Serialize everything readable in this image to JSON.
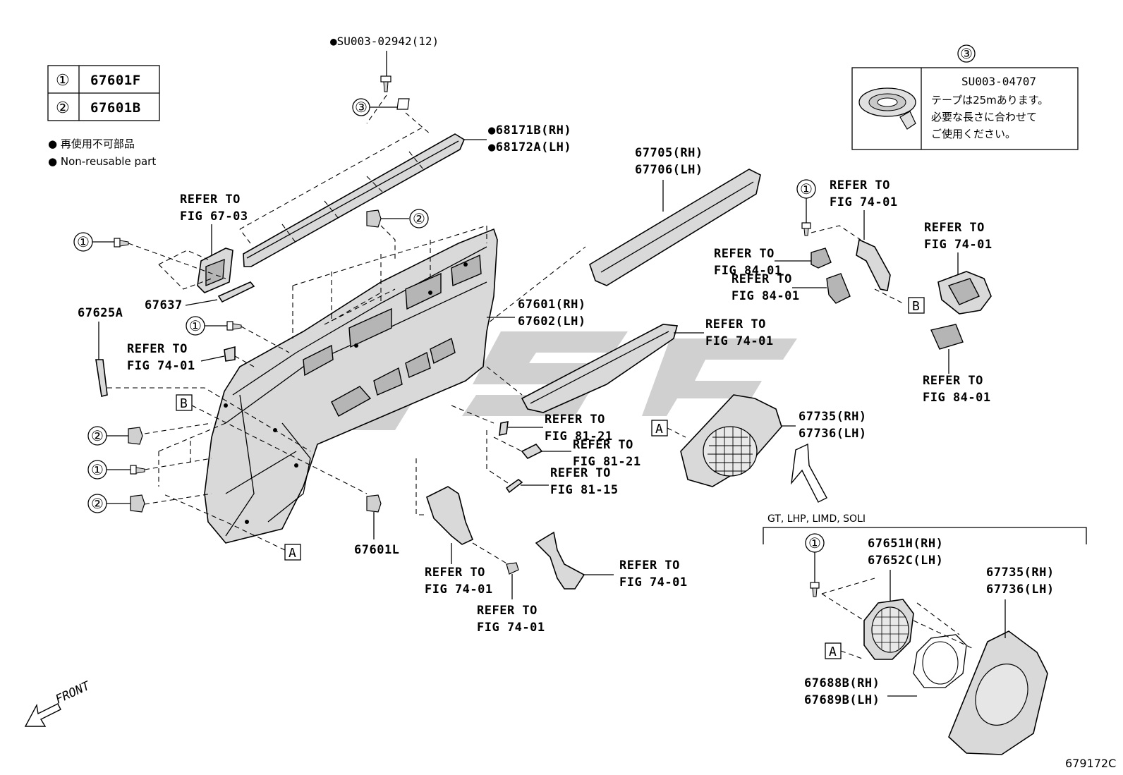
{
  "legend": {
    "rows": [
      {
        "marker": "①",
        "part": "67601F"
      },
      {
        "marker": "②",
        "part": "67601B"
      }
    ],
    "notes": [
      "● 再使用不可部品",
      "● Non-reusable part"
    ]
  },
  "tape_callout": {
    "marker": "③",
    "part": "SU003-04707",
    "text_lines": [
      "テープは25mあります。",
      "必要な長さに合わせて",
      "ご使用ください。"
    ]
  },
  "labels": {
    "screw_top": "●SU003-02942(12)",
    "weatherstrip_rh": "●68171B(RH)",
    "weatherstrip_lh": "●68172A(LH)",
    "trim_strip_rh": "67705(RH)",
    "trim_strip_lh": "67706(LH)",
    "refer_to": "REFER TO",
    "fig_67_03": "FIG 67-03",
    "fig_74_01": "FIG 74-01",
    "fig_84_01": "FIG 84-01",
    "fig_81_21": "FIG 81-21",
    "fig_81_15": "FIG 81-15",
    "part_67637": "67637",
    "part_67625A": "67625A",
    "panel_rh": "67601(RH)",
    "panel_lh": "67602(LH)",
    "grille_rh": "67735(RH)",
    "grille_lh": "67736(LH)",
    "clip_67601L": "67601L",
    "grade_note": "GT, LHP, LIMD, SOLI",
    "speaker_ring_rh": "67651H(RH)",
    "speaker_ring_lh": "67652C(LH)",
    "gasket_rh": "67688B(RH)",
    "gasket_lh": "67689B(LH)",
    "front": "FRONT",
    "ref_a": "A",
    "ref_b": "B",
    "m1": "①",
    "m2": "②",
    "m3": "③",
    "figure_id": "679172C"
  },
  "colors": {
    "part_fill": "#d9d9d9",
    "part_dark": "#b5b5b5",
    "line": "#000000",
    "watermark": "#c8c8c8"
  }
}
